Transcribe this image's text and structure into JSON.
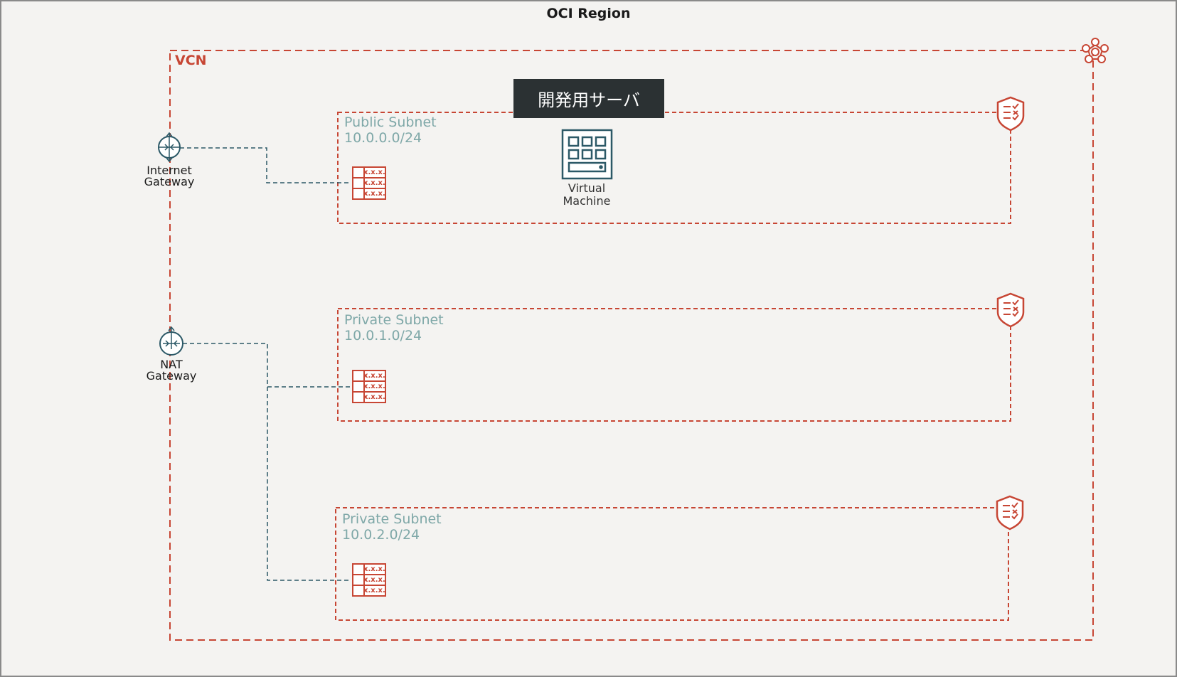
{
  "region": {
    "title": "OCI Region"
  },
  "vcn": {
    "title": "VCN"
  },
  "banner": {
    "text": "開発用サーバ"
  },
  "gateways": {
    "internet": {
      "line1": "Internet",
      "line2": "Gateway"
    },
    "nat": {
      "line1": "NAT",
      "line2": "Gateway"
    }
  },
  "subnets": [
    {
      "name": "Public Subnet",
      "cidr": "10.0.0.0/24"
    },
    {
      "name": "Private Subnet",
      "cidr": "10.0.1.0/24"
    },
    {
      "name": "Private Subnet",
      "cidr": "10.0.2.0/24"
    }
  ],
  "route_table_rows": [
    "x.x.x.",
    "x.x.x.",
    "x.x.x."
  ],
  "vm": {
    "line1": "Virtual",
    "line2": "Machine"
  },
  "colors": {
    "accent": "#c74634",
    "teal": "#2c5967",
    "subnet_text": "#7fa8a8",
    "background": "#f4f3f1"
  }
}
